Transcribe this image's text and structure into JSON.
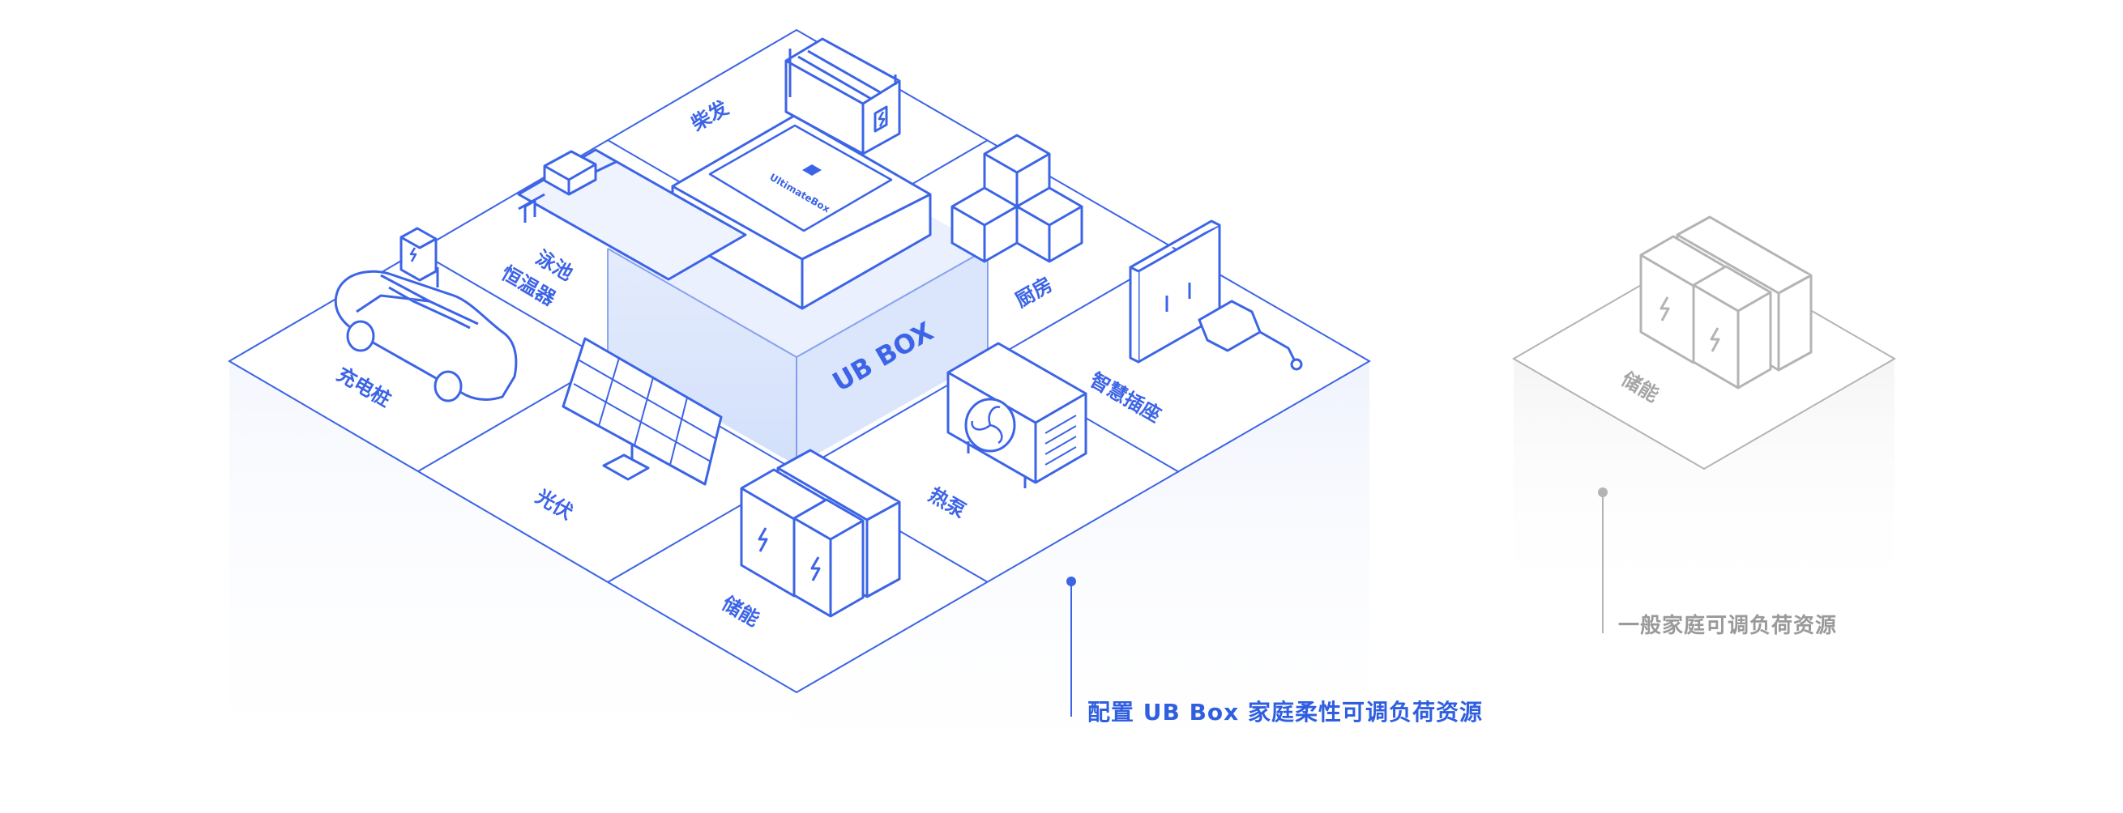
{
  "tiles": {
    "charger": "充电桩",
    "pool_line1": "泳池",
    "pool_line2": "恒温器",
    "generator": "柴发",
    "kitchen": "厨房",
    "smart_socket": "智慧插座",
    "pv": "光伏",
    "heat_pump": "热泵",
    "storage": "储能"
  },
  "center": {
    "box_label": "UB BOX",
    "logo_text": "UltimateBox"
  },
  "right": {
    "storage": "储能"
  },
  "captions": {
    "main": "配置 UB Box 家庭柔性可调负荷资源",
    "grey": "一般家庭可调负荷资源"
  },
  "colors": {
    "blue": "#3c64e6",
    "blue_light": "#dbe6fc",
    "grey": "#b4b4b4"
  }
}
